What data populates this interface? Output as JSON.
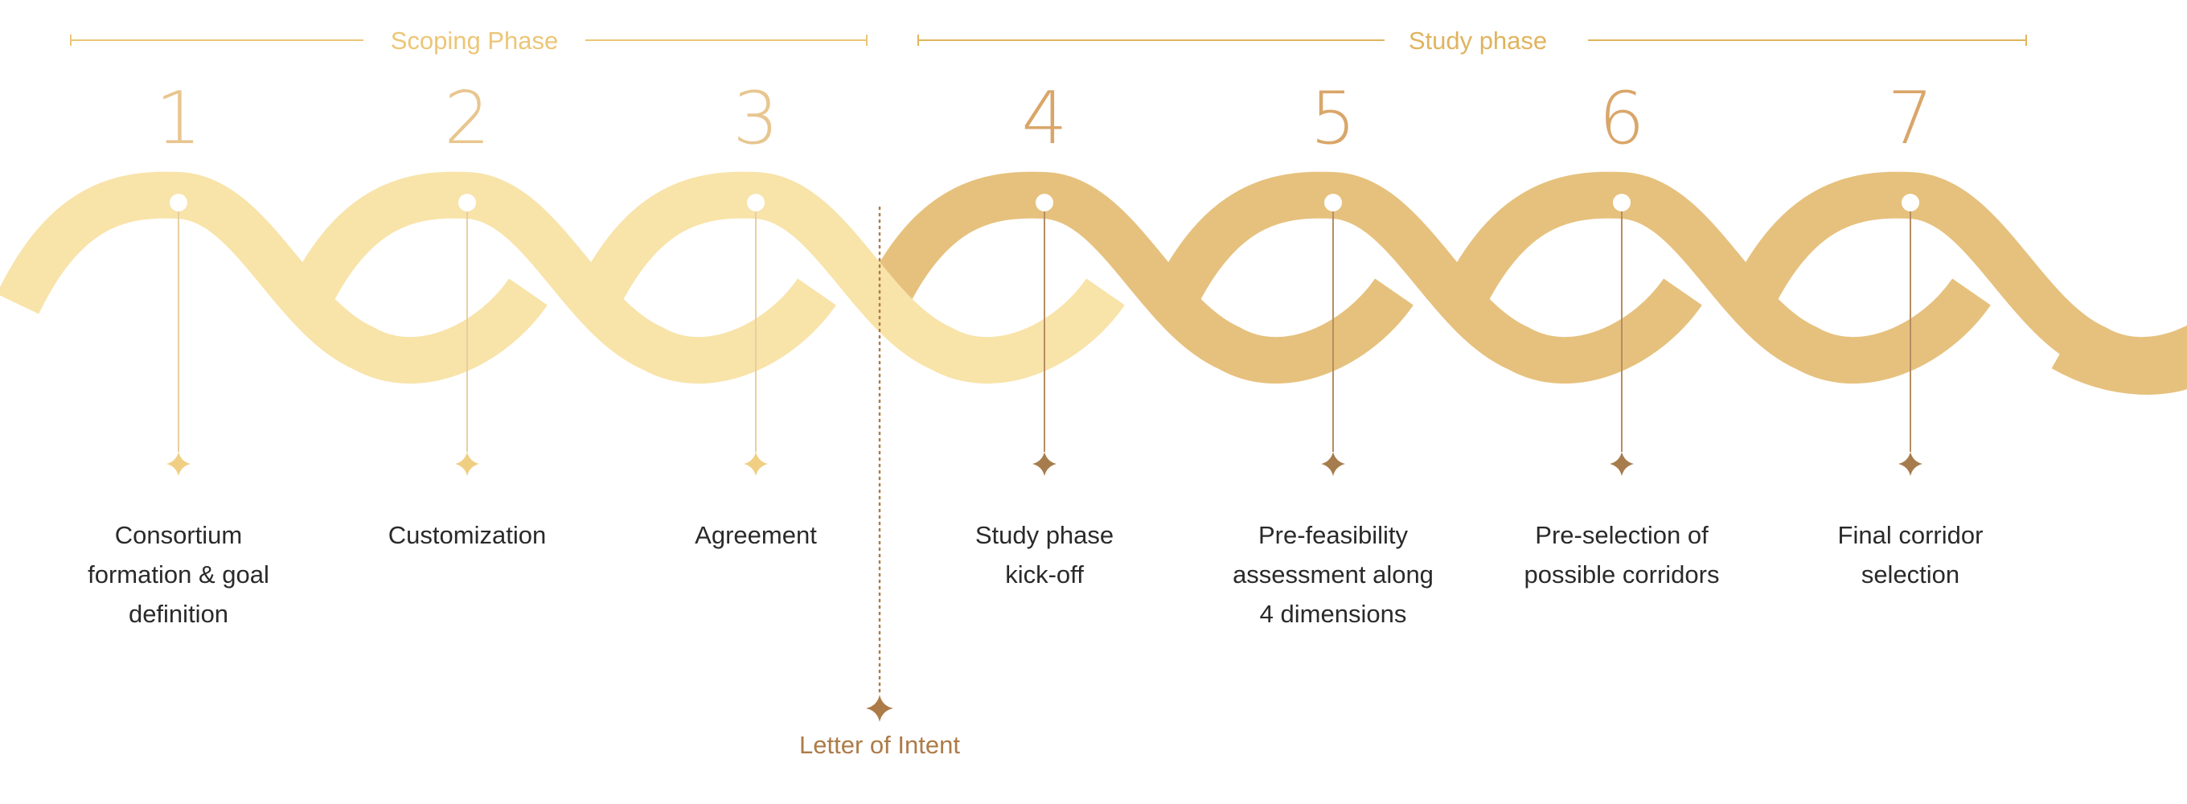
{
  "phases": [
    {
      "label": "Scoping Phase"
    },
    {
      "label": "Study phase"
    }
  ],
  "steps": [
    {
      "number": "1",
      "lines": [
        "Consortium",
        "formation & goal",
        "definition"
      ]
    },
    {
      "number": "2",
      "lines": [
        "Customization"
      ]
    },
    {
      "number": "3",
      "lines": [
        "Agreement"
      ]
    },
    {
      "number": "4",
      "lines": [
        "Study phase",
        "kick-off"
      ]
    },
    {
      "number": "5",
      "lines": [
        "Pre-feasibility",
        "assessment along",
        "4 dimensions"
      ]
    },
    {
      "number": "6",
      "lines": [
        "Pre-selection of",
        "possible corridors"
      ]
    },
    {
      "number": "7",
      "lines": [
        "Final corridor",
        "selection"
      ]
    }
  ],
  "milestone": {
    "label": "Letter of Intent"
  },
  "colors": {
    "scoping_ribbon": "#f8e3a9",
    "study_ribbon": "#e6c17d",
    "scoping_text": "#ecc677",
    "study_text": "#e0b45e",
    "scoping_line": "#e8cfa0",
    "study_line": "#b58d62",
    "scoping_star": "#f0cf84",
    "study_star": "#a77c4d",
    "milestone": "#ad7b48"
  }
}
